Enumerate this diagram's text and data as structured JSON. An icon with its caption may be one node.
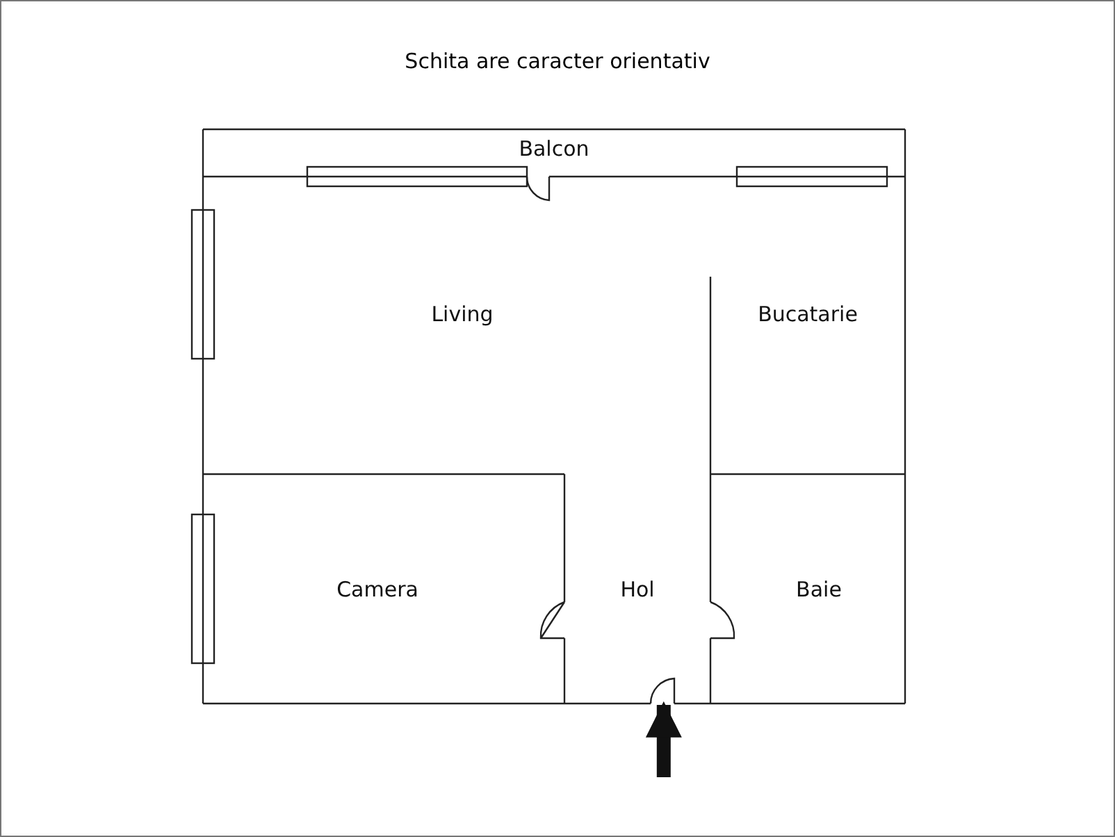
{
  "diagram": {
    "title": "Schita are caracter orientativ",
    "nodes": [
      {
        "text": [
          "Balcon"
        ]
      },
      {
        "text": [
          "Living"
        ]
      },
      {
        "text": [
          "Bucatarie"
        ]
      },
      {
        "text": [
          "Camera"
        ]
      },
      {
        "text": [
          "Hol"
        ]
      },
      {
        "text": [
          "Baie"
        ]
      }
    ],
    "edges": [
      {
        "from": null,
        "to": 4,
        "arrow": "to"
      }
    ]
  }
}
